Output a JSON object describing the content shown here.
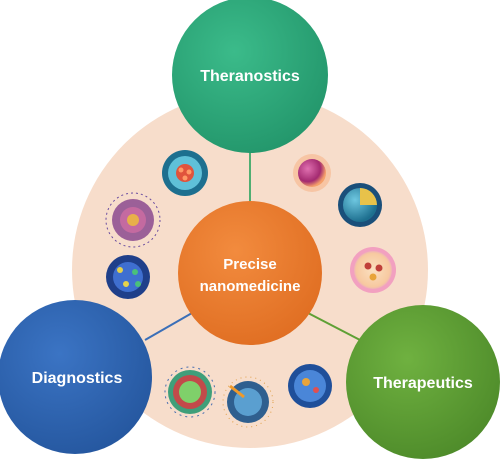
{
  "diagram": {
    "center": {
      "line1": "Precise",
      "line2": "nanomedicine",
      "color": "#ed7d31"
    },
    "nodes": [
      {
        "id": "theranostics",
        "label": "Theranostics",
        "color": "#2ba578"
      },
      {
        "id": "diagnostics",
        "label": "Diagnostics",
        "color": "#2f64b3"
      },
      {
        "id": "therapeutics",
        "label": "Therapeutics",
        "color": "#5fa035"
      }
    ],
    "background_color": "#f7ddcb",
    "nanoparticle_icons": [
      "micelle-nanoparticle-icon",
      "dendrimer-nanoparticle-icon",
      "inorganic-nanoparticle-icon",
      "solid-nanosphere-icon",
      "core-shell-nanoparticle-icon",
      "liposome-nanoparticle-icon",
      "functionalized-liposome-icon",
      "targeted-nanocarrier-icon",
      "mesoporous-nanoparticle-icon"
    ]
  }
}
